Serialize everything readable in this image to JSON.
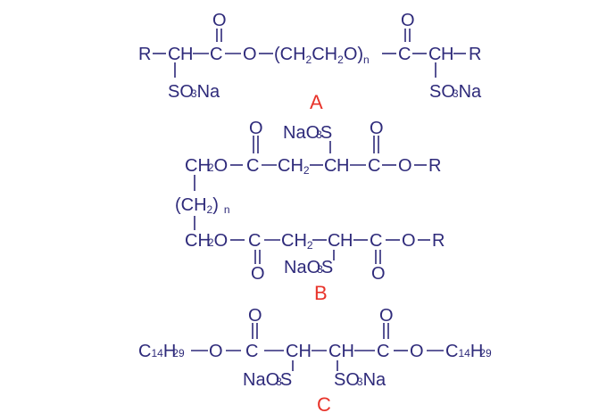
{
  "colors": {
    "structure": "#2e2a7a",
    "label": "#e8332a",
    "background": "#ffffff"
  },
  "structure_a": {
    "label": "A",
    "r_left": "R",
    "c1": "C",
    "h1": "H",
    "c2": "C",
    "o_top1": "O",
    "o_ester": "O",
    "peg_open": "(CH",
    "peg_sub1": "2",
    "peg_mid": "CH",
    "peg_sub2": "2",
    "peg_close": "O)",
    "peg_n": "n",
    "c3": "C",
    "o_top2": "O",
    "c4": "C",
    "h4": "H",
    "r_right": "R",
    "so_left": "SO",
    "so_sub": "3",
    "na_left": "Na",
    "so_right": "SO",
    "na_right": "Na"
  },
  "structure_b": {
    "label": "B",
    "top": {
      "ch2o": "CH",
      "ch2o_sub": "2",
      "ch2o_o": "O",
      "c1": "C",
      "o1": "O",
      "ch2": "CH",
      "ch2_sub": "2",
      "c2": "C",
      "h2": "H",
      "nao3s": "NaO",
      "nao3s_sub": "3",
      "nao3s_s": "S",
      "c3": "C",
      "o3": "O",
      "o_ester": "O",
      "r": "R"
    },
    "linker_open": "(CH",
    "linker_sub": "2",
    "linker_close": ")",
    "linker_n": "n",
    "bottom": {
      "ch2o": "CH",
      "ch2o_sub": "2",
      "ch2o_o": "O",
      "c1": "C",
      "o1": "O",
      "ch2": "CH",
      "ch2_sub": "2",
      "c2": "C",
      "h2": "H",
      "nao3s": "NaO",
      "nao3s_sub": "3",
      "nao3s_s": "S",
      "c3": "C",
      "o3": "O",
      "o_ester": "O",
      "r": "R"
    }
  },
  "structure_c": {
    "label": "C",
    "left_c": "C",
    "left_sub14": "14",
    "left_h": "H",
    "left_sub29": "29",
    "o_left": "O",
    "c1": "C",
    "o1": "O",
    "ch_a": "CH",
    "ch_b": "CH",
    "c2": "C",
    "o2": "O",
    "o_right": "O",
    "right_c": "C",
    "right_sub14": "14",
    "right_h": "H",
    "right_sub29": "29",
    "nao3s": "NaO",
    "nao3s_sub": "3",
    "nao3s_s": "S",
    "so3na": "SO",
    "so3na_sub": "3",
    "so3na_na": "Na"
  }
}
